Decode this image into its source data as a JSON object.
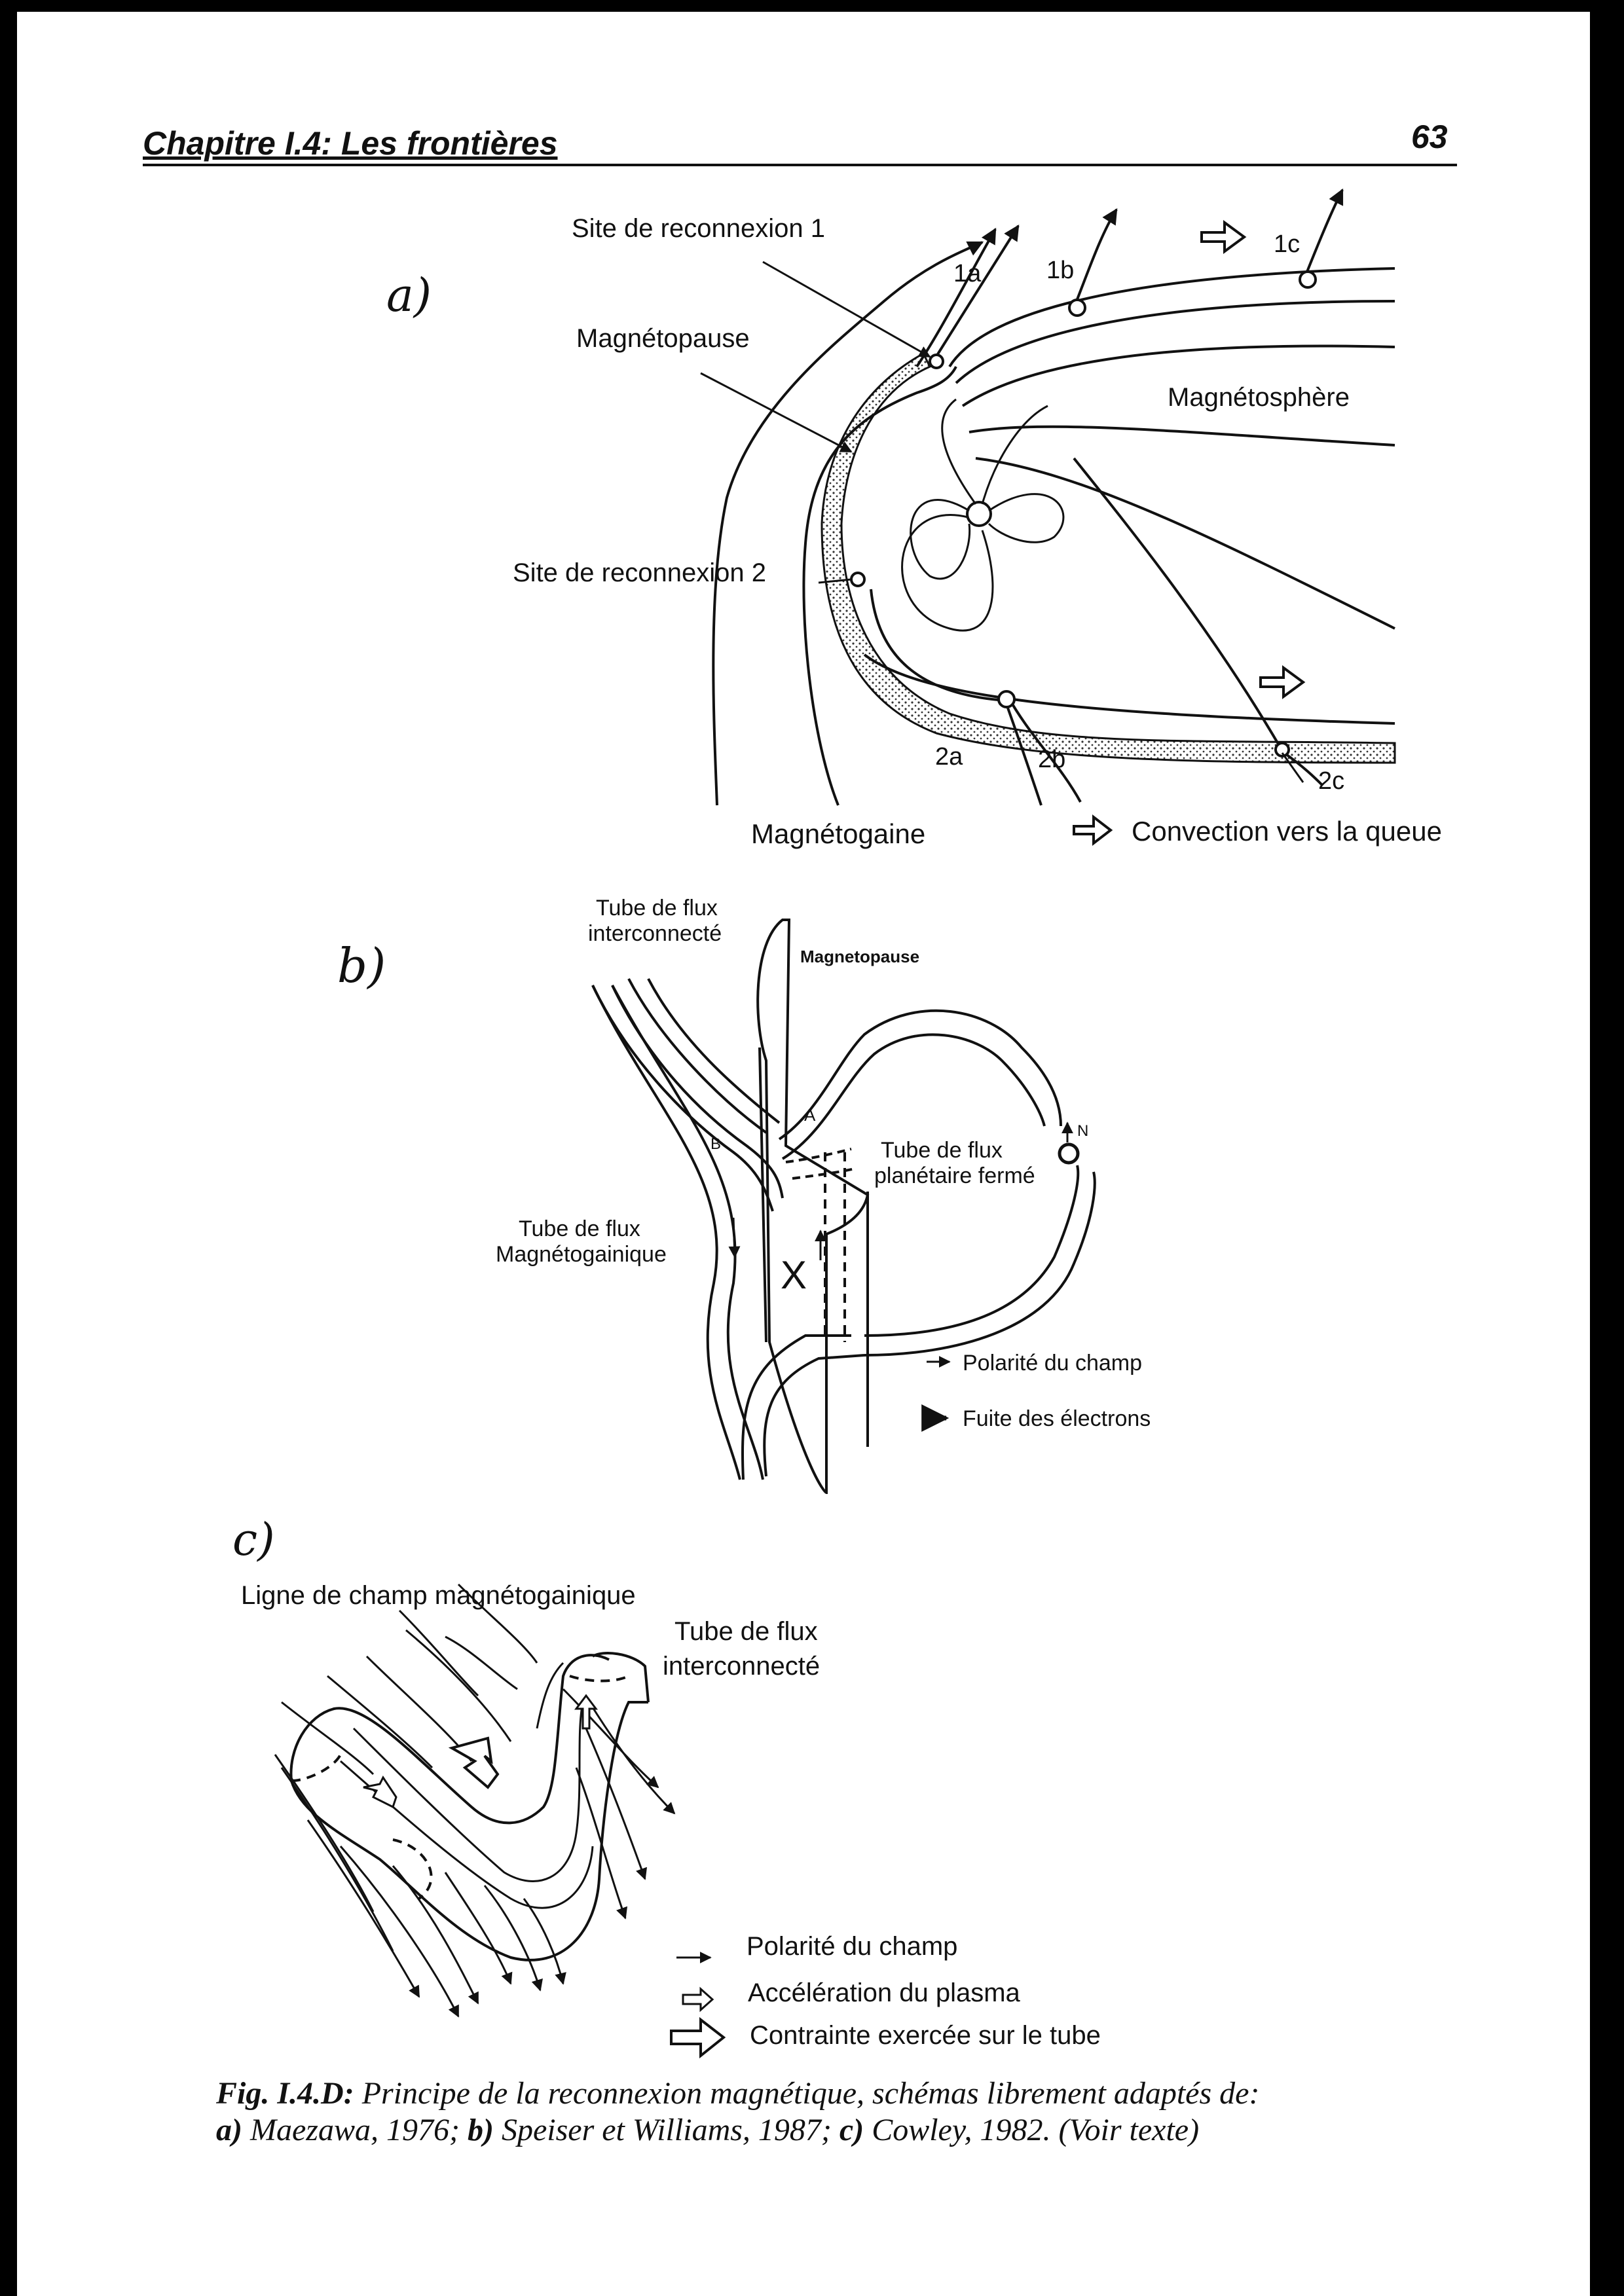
{
  "header": {
    "chapter_title": "Chapitre   I.4: Les frontières",
    "page_number": "63"
  },
  "figure_a": {
    "panel_label": "a)",
    "labels": {
      "site1": "Site de reconnexion 1",
      "magnetopause": "Magnétopause",
      "magnetosphere": "Magnétosphère",
      "site2": "Site de reconnexion 2",
      "magnetogaine": "Magnétogaine",
      "convection": "Convection vers la queue",
      "l1a": "1a",
      "l1b": "1b",
      "l1c": "1c",
      "l2a": "2a",
      "l2b": "2b",
      "l2c": "2c"
    }
  },
  "figure_b": {
    "panel_label": "b)",
    "labels": {
      "tube_inter_1": "Tube de flux",
      "tube_inter_2": "interconnecté",
      "magnetopause": "Magnetopause",
      "tube_mag_1": "Tube de flux",
      "tube_mag_2": "Magnétogainique",
      "tube_planet_1": "Tube de flux",
      "tube_planet_2": "planétaire  fermé",
      "letter_a": "A",
      "letter_b": "B",
      "letter_n": "N",
      "letter_x": "X",
      "legend_polarity": "Polarité du champ",
      "legend_electrons": "Fuite des électrons"
    }
  },
  "figure_c": {
    "panel_label": "c)",
    "labels": {
      "field_line": "Ligne de champ magnétogainique",
      "tube_1": "Tube de flux",
      "tube_2": "interconnecté",
      "legend_polarity": "Polarité du champ",
      "legend_acceleration": "Accélération du plasma",
      "legend_stress": "Contrainte exercée sur le tube"
    }
  },
  "caption": {
    "title": "Fig. I.4.D:",
    "text1": " Principe de la reconnexion magnétique, schémas librement adaptés de:",
    "a_label": "a)",
    "a_text": " Maezawa, 1976; ",
    "b_label": "b)",
    "b_text": " Speiser et Williams, 1987; ",
    "c_label": "c)",
    "c_text": " Cowley, 1982. (Voir texte)"
  }
}
